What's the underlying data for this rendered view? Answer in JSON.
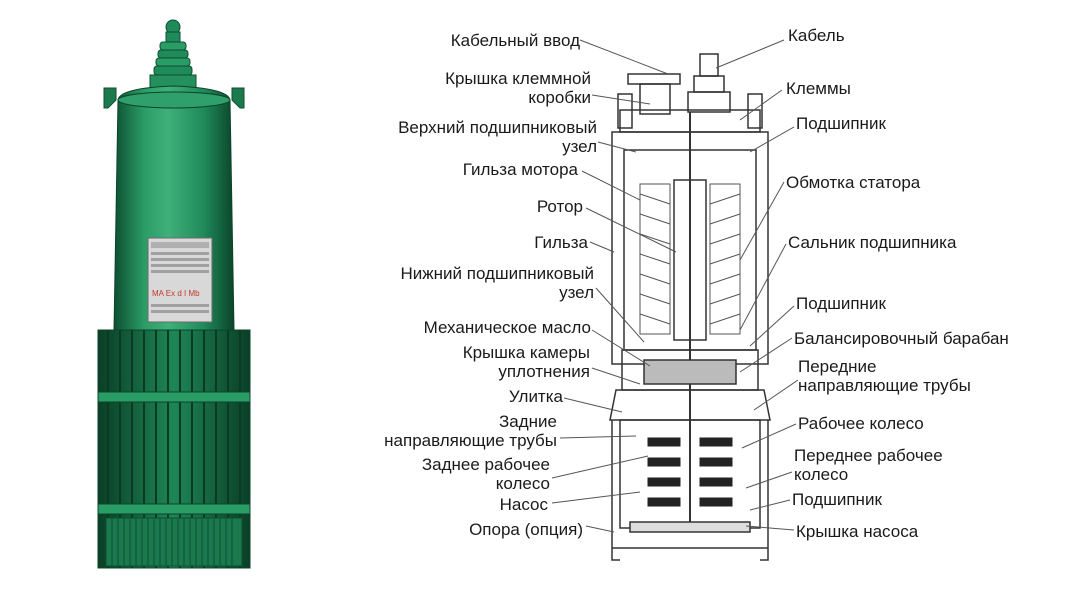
{
  "colors": {
    "pump_body": "#1f8a5a",
    "pump_dark": "#0f5a38",
    "pump_light": "#3fb07a",
    "line": "#333333",
    "text": "#1a1a1a"
  },
  "photo": {
    "nameplate_text": "MA Ex d I Mb"
  },
  "labels_left": [
    {
      "id": "cable-entry",
      "lines": [
        "Кабельный ввод"
      ]
    },
    {
      "id": "terminal-box-cover",
      "lines": [
        "Крышка клеммной",
        "коробки"
      ]
    },
    {
      "id": "upper-bearing-unit",
      "lines": [
        "Верхний подшипниковый",
        "узел"
      ]
    },
    {
      "id": "motor-sleeve",
      "lines": [
        "Гильза мотора"
      ]
    },
    {
      "id": "rotor",
      "lines": [
        "Ротор"
      ]
    },
    {
      "id": "sleeve",
      "lines": [
        "Гильза"
      ]
    },
    {
      "id": "lower-bearing-unit",
      "lines": [
        "Нижний подшипниковый",
        "узел"
      ]
    },
    {
      "id": "mechanical-oil",
      "lines": [
        "Механическое масло"
      ]
    },
    {
      "id": "seal-chamber-cover",
      "lines": [
        "Крышка камеры",
        "уплотнения"
      ]
    },
    {
      "id": "volute",
      "lines": [
        "Улитка"
      ]
    },
    {
      "id": "rear-guide-tubes",
      "lines": [
        "Задние",
        "направляющие трубы"
      ]
    },
    {
      "id": "rear-impeller",
      "lines": [
        "Заднее рабочее",
        "колесо"
      ]
    },
    {
      "id": "pump",
      "lines": [
        "Насос"
      ]
    },
    {
      "id": "support-optional",
      "lines": [
        "Опора (опция)"
      ]
    }
  ],
  "labels_right": [
    {
      "id": "cable",
      "lines": [
        "Кабель"
      ]
    },
    {
      "id": "terminals",
      "lines": [
        "Клеммы"
      ]
    },
    {
      "id": "bearing-top",
      "lines": [
        "Подшипник"
      ]
    },
    {
      "id": "stator-winding",
      "lines": [
        "Обмотка статора"
      ]
    },
    {
      "id": "bearing-seal",
      "lines": [
        "Сальник подшипника"
      ]
    },
    {
      "id": "bearing-mid",
      "lines": [
        "Подшипник"
      ]
    },
    {
      "id": "balance-drum",
      "lines": [
        "Балансировочный барабан"
      ]
    },
    {
      "id": "front-guide-tubes",
      "lines": [
        "Передние",
        "направляющие трубы"
      ]
    },
    {
      "id": "impeller",
      "lines": [
        "Рабочее колесо"
      ]
    },
    {
      "id": "front-impeller",
      "lines": [
        "Переднее рабочее",
        "колесо"
      ]
    },
    {
      "id": "bearing-bottom",
      "lines": [
        "Подшипник"
      ]
    },
    {
      "id": "pump-cover",
      "lines": [
        "Крышка насоса"
      ]
    }
  ]
}
